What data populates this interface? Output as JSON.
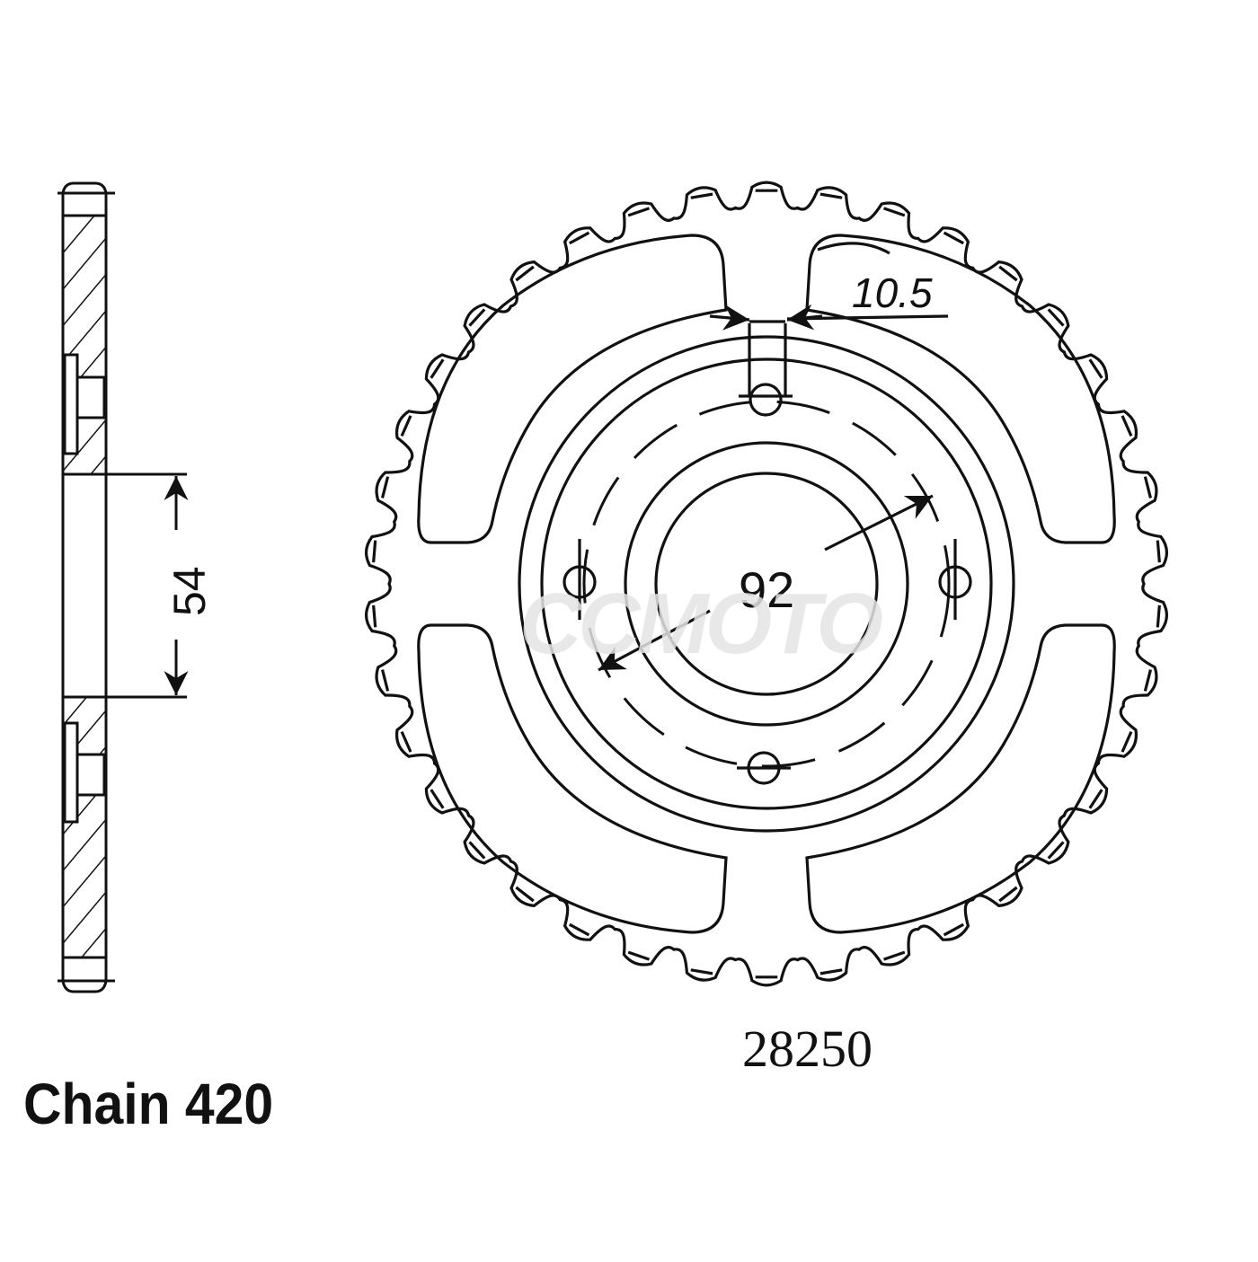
{
  "drawing": {
    "type": "rear-sprocket technical drawing",
    "part_number": "28250",
    "chain_label": "Chain 420",
    "watermark": "CCMOTO",
    "teeth_count": 38,
    "stroke_color": "#111111",
    "background_color": "#ffffff"
  },
  "dimensions": {
    "bore_diameter": "54",
    "bolt_circle_diameter": "92",
    "bolt_hole_width": "10.5"
  },
  "views": {
    "side_section": {
      "label": "side cross-section view (hatched)"
    },
    "front": {
      "label": "front view with 4 lightening windows and 4 bolt holes"
    }
  }
}
